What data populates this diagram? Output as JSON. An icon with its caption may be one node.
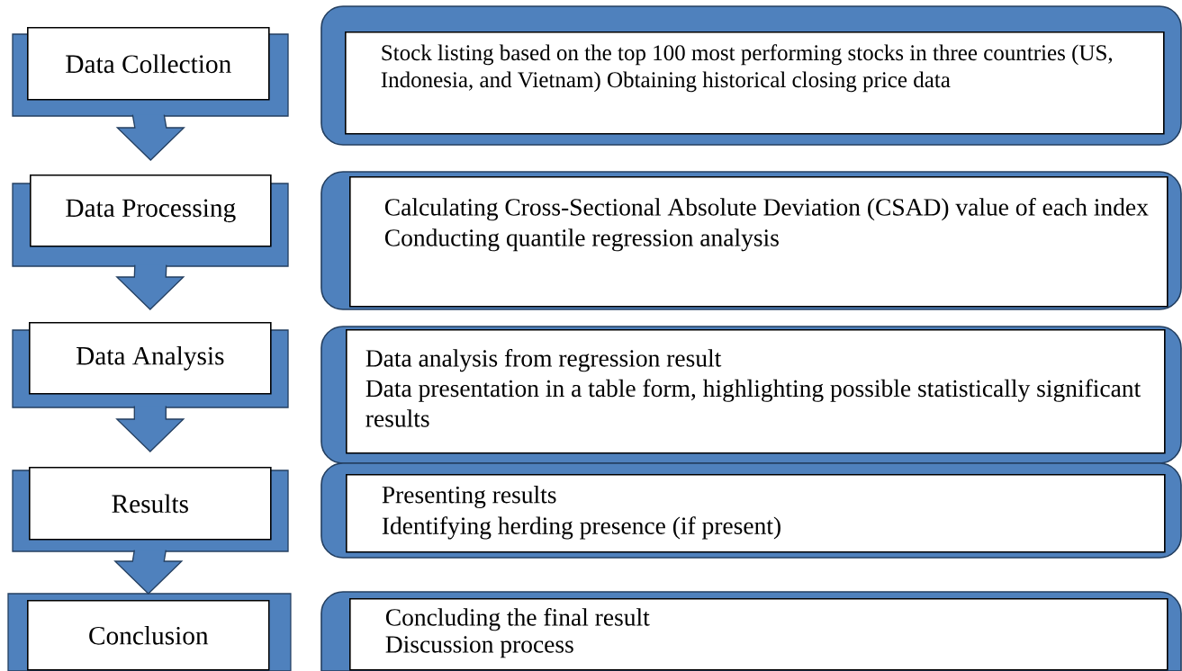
{
  "diagram": {
    "nodes": [
      {
        "text": [
          "Data Collection"
        ]
      },
      {
        "text": [
          "Data Processing"
        ]
      },
      {
        "text": [
          "Data Analysis"
        ]
      },
      {
        "text": [
          "Results"
        ]
      },
      {
        "text": [
          "Conclusion"
        ]
      },
      {
        "text": [
          "Stock listing based on the top 100 most performing stocks in three countries (US, Indonesia, and Vietnam) Obtaining historical closing price data"
        ]
      },
      {
        "text": [
          "Calculating Cross-Sectional Absolute Deviation (CSAD) value of each index",
          "Conducting quantile regression analysis"
        ]
      },
      {
        "text": [
          "Data analysis from regression result",
          "Data presentation in a table form, highlighting possible statistically significant results"
        ]
      },
      {
        "text": [
          "Presenting results",
          "Identifying herding presence (if present)"
        ]
      },
      {
        "text": [
          "Concluding the final result",
          "Discussion process"
        ]
      }
    ],
    "edges": [
      {
        "from": 0,
        "to": 1,
        "arrow": "to"
      },
      {
        "from": 1,
        "to": 2,
        "arrow": "to"
      },
      {
        "from": 2,
        "to": 3,
        "arrow": "to"
      },
      {
        "from": 3,
        "to": 4,
        "arrow": "to"
      }
    ]
  }
}
